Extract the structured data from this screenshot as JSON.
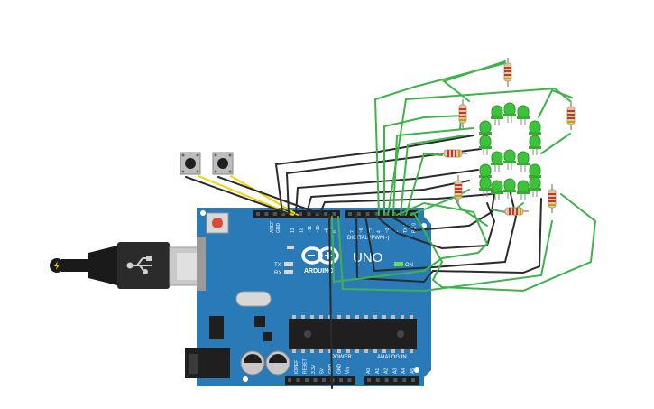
{
  "board": {
    "logo_text": "ARDUINO",
    "model": "UNO",
    "aref": "AREF",
    "gnd": "GND",
    "tx": "TX",
    "rx": "RX",
    "on": "ON",
    "digital_label": "DIGITAL (PWM~)",
    "power_label": "POWER",
    "analog_label": "ANALOG IN",
    "digital_pins": [
      "13",
      "12",
      "~11",
      "~10",
      "~9",
      "8",
      "7",
      "~6",
      "~5",
      "4",
      "~3",
      "2",
      "TX 1",
      "RX 0"
    ],
    "power_pins": [
      "IOREF",
      "RESET",
      "3.3V",
      "5V",
      "GND",
      "GND",
      "Vin"
    ],
    "analog_pins": [
      "A0",
      "A1",
      "A2",
      "A3",
      "A4",
      "A5"
    ]
  },
  "colors": {
    "board": "#2a7ab8",
    "wire_green": "#3db44a",
    "wire_black": "#2b2b2b",
    "wire_yellow": "#f2d400",
    "led_green": "#3ec23c",
    "resistor_body": "#d9c9a6"
  },
  "icons": {
    "usb": "usb-icon",
    "power": "lightning-icon"
  }
}
